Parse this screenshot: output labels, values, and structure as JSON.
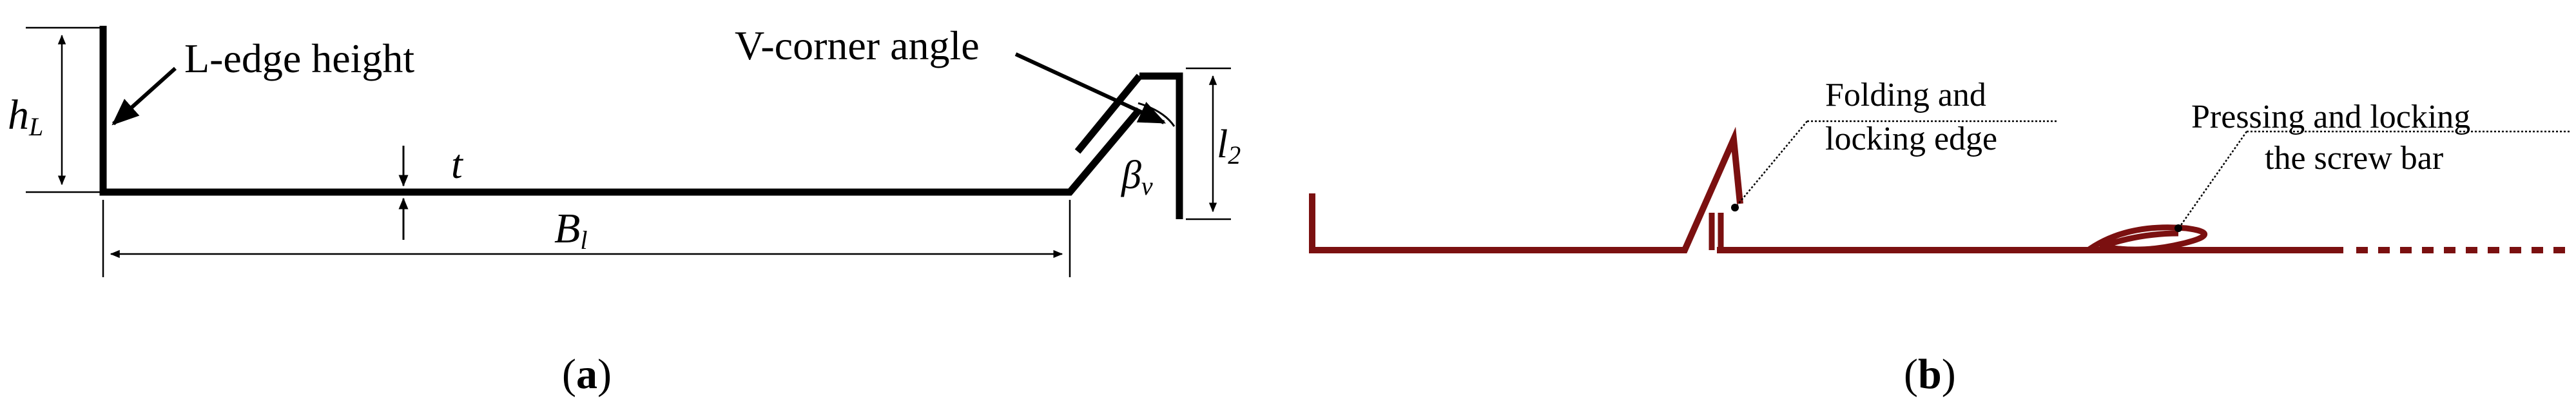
{
  "panel_a": {
    "label_open": "(",
    "label_letter": "a",
    "label_close": ")",
    "l_edge_label": "L-edge height",
    "v_corner_label": "V-corner angle",
    "h_main": "h",
    "h_sub": "L",
    "t_label": "t",
    "b_main": "B",
    "b_sub": "l",
    "l_main": "l",
    "l_sub": "2",
    "beta_main": "β",
    "beta_sub": "v"
  },
  "panel_b": {
    "label_open": "(",
    "label_letter": "b",
    "label_close": ")",
    "folding_line1": "Folding and",
    "folding_line2": "locking edge",
    "pressing_line1": "Pressing and locking",
    "pressing_line2": "the screw bar",
    "profile_color": "#7b1010"
  }
}
